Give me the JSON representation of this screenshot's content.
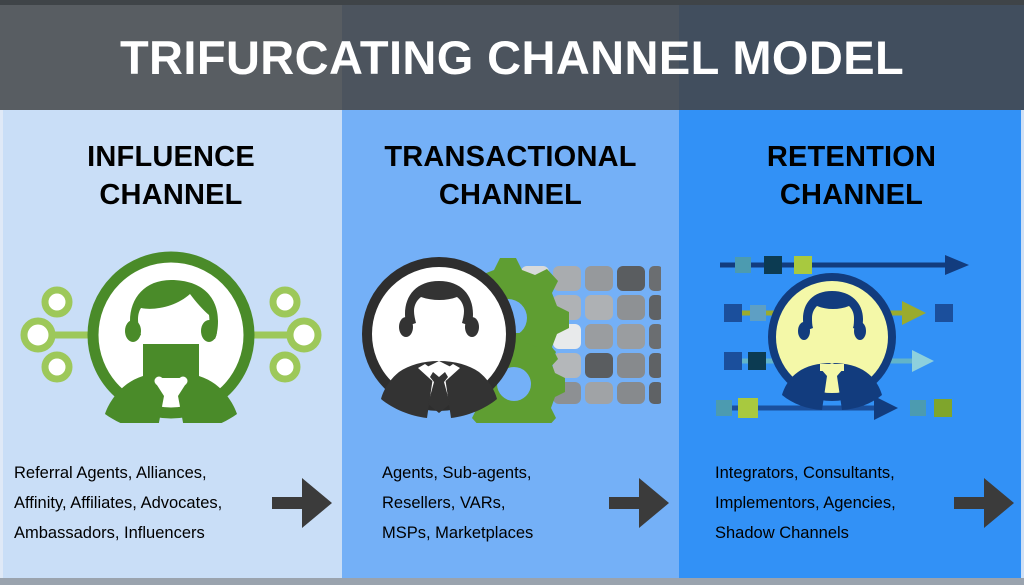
{
  "header": {
    "title": "TRIFURCATING CHANNEL MODEL",
    "band_colors": [
      "#585d62",
      "#4c545e",
      "#414e5e"
    ]
  },
  "columns": [
    {
      "id": "influence",
      "heading_line1": "INFLUENCE",
      "heading_line2": "CHANNEL",
      "background": "#c9def7",
      "icon_name": "influencer-network-avatar-icon",
      "icon_accent": "#4a8b29",
      "icon_branch_color": "#9dc85a",
      "items": [
        "Referral Agents, Alliances,",
        "Affinity, Affiliates, Advocates,",
        "Ambassadors, Influencers"
      ],
      "arrow_name": "right-arrow-icon"
    },
    {
      "id": "transactional",
      "heading_line1": "TRANSACTIONAL",
      "heading_line2": "CHANNEL",
      "background": "#74b0f7",
      "icon_name": "businessman-gears-grid-icon",
      "icon_accent": "#333333",
      "icon_branch_color": "#5f9e32",
      "items": [
        "Agents, Sub-agents,",
        "Resellers, VARs,",
        "MSPs, Marketplaces"
      ],
      "arrow_name": "right-arrow-icon"
    },
    {
      "id": "retention",
      "heading_line1": "RETENTION",
      "heading_line2": "CHANNEL",
      "background": "#3291f6",
      "icon_name": "customer-retention-flow-icon",
      "icon_accent": "#123c7e",
      "icon_branch_color": "#f4f8a8",
      "items": [
        "Integrators, Consultants,",
        "Implementors, Agencies,",
        "Shadow Channels"
      ],
      "arrow_name": "right-arrow-icon"
    }
  ]
}
